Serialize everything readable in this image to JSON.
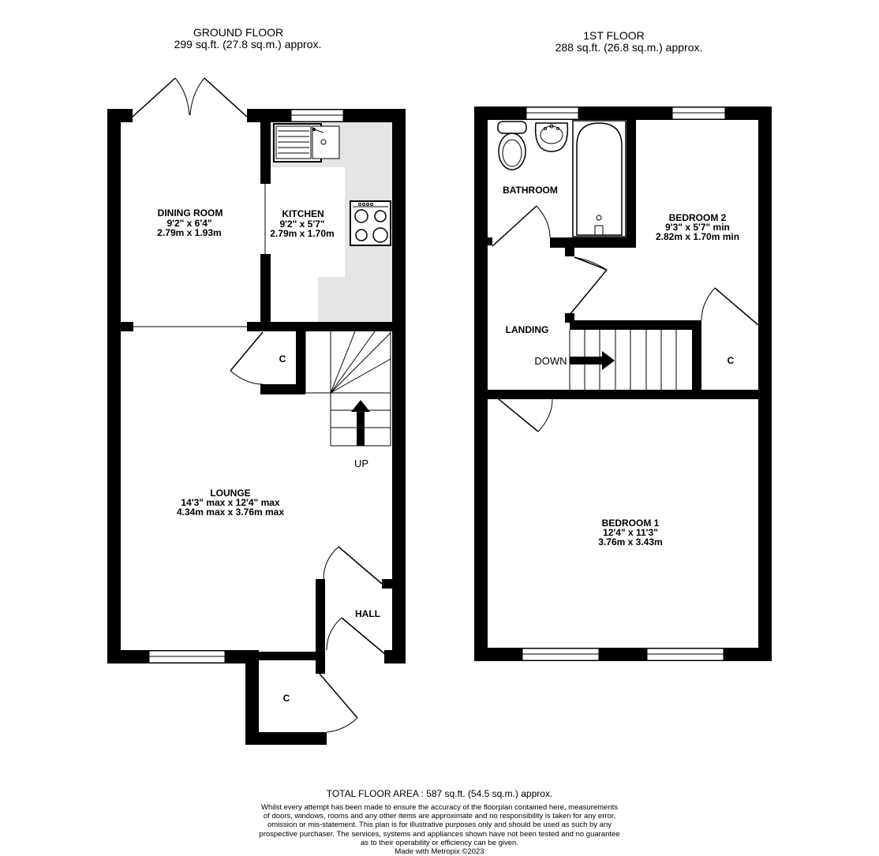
{
  "ground_floor": {
    "title": "GROUND FLOOR",
    "area": "299 sq.ft. (27.8 sq.m.) approx.",
    "rooms": {
      "dining": {
        "name": "DINING ROOM",
        "imperial": "9'2\"  x 6'4\"",
        "metric": "2.79m  x 1.93m"
      },
      "kitchen": {
        "name": "KITCHEN",
        "imperial": "9'2\"  x 5'7\"",
        "metric": "2.79m  x 1.70m"
      },
      "lounge": {
        "name": "LOUNGE",
        "imperial": "14'3\" max x 12'4\" max",
        "metric": "4.34m max x 3.76m max"
      },
      "hall": {
        "name": "HALL"
      },
      "cupboard_stairs": {
        "name": "C"
      },
      "cupboard_porch": {
        "name": "C"
      }
    },
    "stairs_label": "UP"
  },
  "first_floor": {
    "title": "1ST FLOOR",
    "area": "288 sq.ft. (26.8 sq.m.) approx.",
    "rooms": {
      "bathroom": {
        "name": "BATHROOM"
      },
      "bedroom2": {
        "name": "BEDROOM 2",
        "imperial": "9'3\"  x 5'7\" min",
        "metric": "2.82m  x 1.70m min"
      },
      "landing": {
        "name": "LANDING"
      },
      "cupboard": {
        "name": "C"
      },
      "bedroom1": {
        "name": "BEDROOM 1",
        "imperial": "12'4\"  x 11'3\"",
        "metric": "3.76m  x 3.43m"
      }
    },
    "stairs_label": "DOWN"
  },
  "footer": {
    "total": "TOTAL FLOOR AREA : 587 sq.ft. (54.5 sq.m.) approx.",
    "disclaimer_lines": [
      "Whilst every attempt has been made to ensure the accuracy of the floorplan contained here, measurements",
      "of doors, windows, rooms and any other items are approximate and no responsibility is taken for any error,",
      "omission or mis-statement. This plan is for illustrative purposes only and should be used as such by any",
      "prospective purchaser. The services, systems and appliances shown have not been tested and no guarantee",
      "as to their operability or efficiency can be given."
    ],
    "credit": "Made with Metropix ©2023"
  }
}
